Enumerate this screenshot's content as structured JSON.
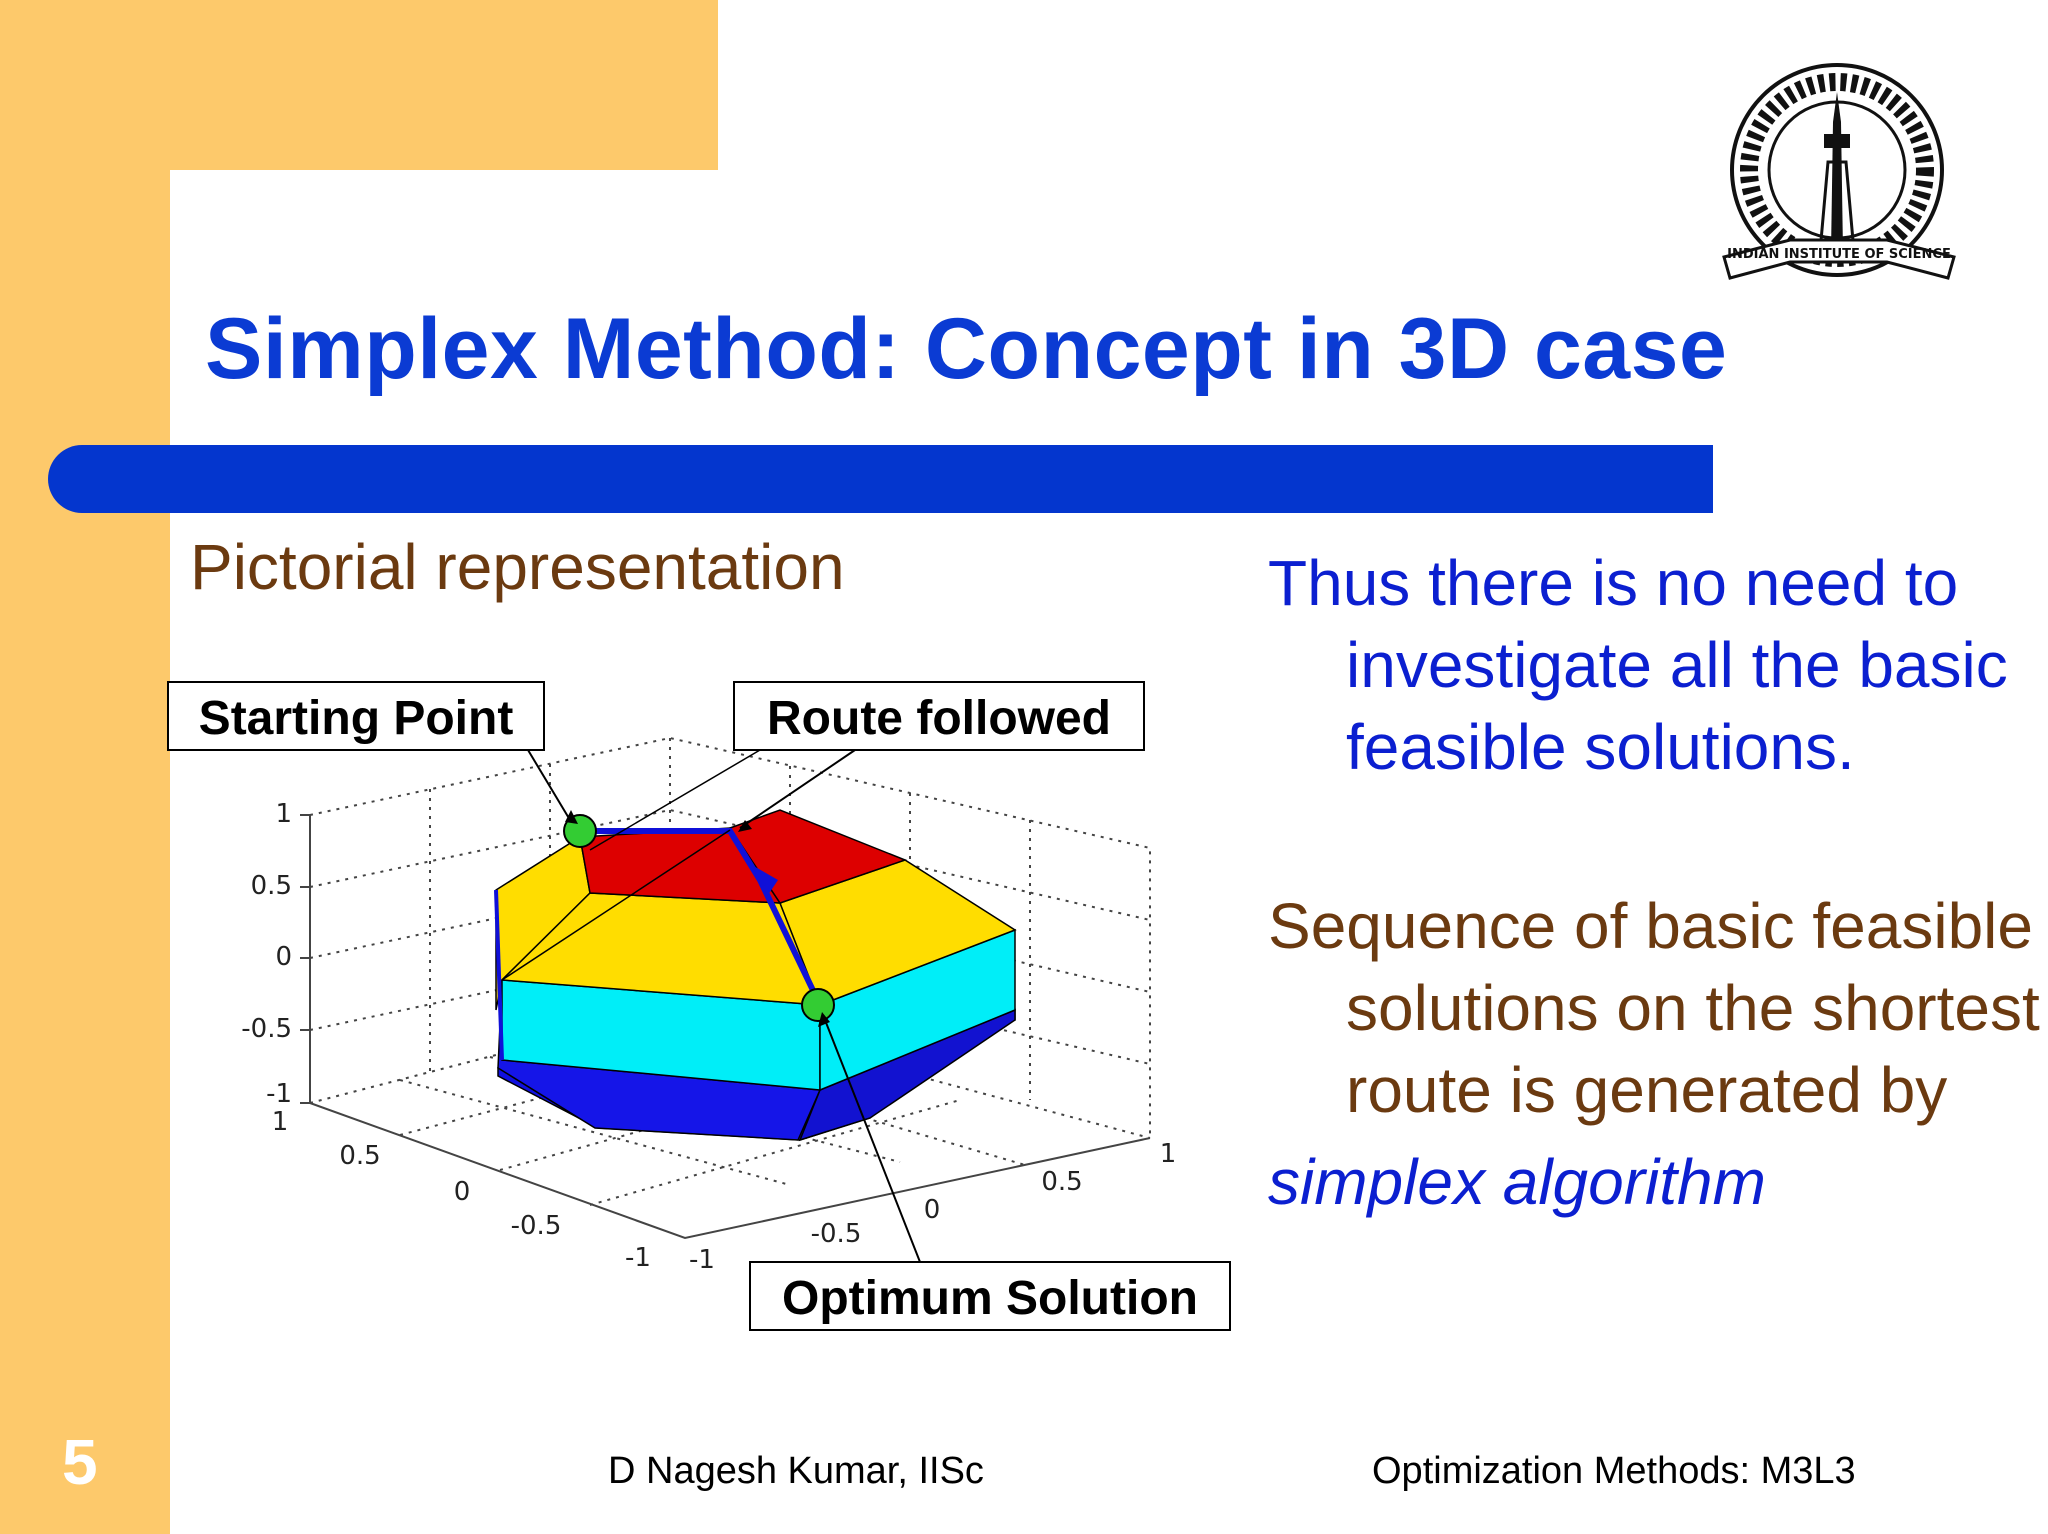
{
  "slide": {
    "title": "Simplex Method: Concept in 3D case",
    "subtitle": "Pictorial representation",
    "number": "5",
    "colors": {
      "accent_band": "#FDC96B",
      "title": "#0B3BD3",
      "bar": "#0436CE",
      "brown_text": "#6B3A10",
      "blue_text": "#0B1FD0"
    }
  },
  "bullets": [
    {
      "text": "Thus there is no need to investigate all the basic feasible solutions."
    },
    {
      "text": "Sequence of basic feasible solutions on the shortest route is generated by",
      "italic": "simplex algorithm"
    }
  ],
  "figure": {
    "callouts": {
      "start": "Starting Point",
      "route": "Route followed",
      "optimum": "Optimum Solution"
    },
    "z_ticks": [
      "1",
      "0.5",
      "0",
      "-0.5",
      "-1"
    ],
    "y_ticks": [
      "1",
      "0.5",
      "0",
      "-0.5",
      "-1"
    ],
    "x_ticks": [
      "-1",
      "-0.5",
      "0",
      "0.5",
      "1"
    ],
    "face_colors": {
      "top": "#DD0000",
      "upper": "#FFDD00",
      "middle": "#00EEF8",
      "bottom": "#1010E0",
      "route": "#1010D8",
      "vertex": "#33CC33"
    }
  },
  "logo": {
    "text": "INDIAN INSTITUTE OF SCIENCE"
  },
  "footer": {
    "author": "D Nagesh Kumar, IISc",
    "course": "Optimization Methods: M3L3"
  }
}
